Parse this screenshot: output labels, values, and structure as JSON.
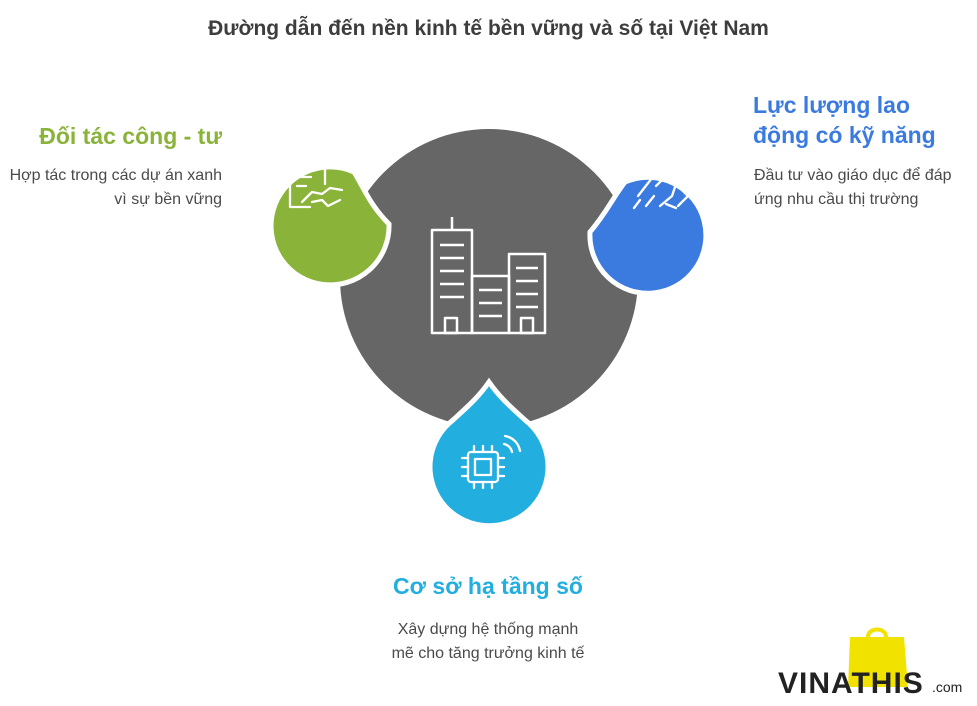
{
  "title": "Đường dẫn đến nền kinh tế bền vững và số tại Việt Nam",
  "nodes": {
    "left": {
      "heading": "Đối tác công - tư",
      "description": "Hợp tác trong các dự án xanh vì sự bền vững",
      "color": "#8ab33a",
      "icon": "contract-handshake-icon"
    },
    "right": {
      "heading": "Lực lượng lao động có kỹ năng",
      "description": "Đầu tư vào giáo dục để đáp ứng nhu cầu thị trường",
      "color": "#3b7be0",
      "icon": "joined-hands-icon"
    },
    "bottom": {
      "heading": "Cơ sở hạ tầng số",
      "description": "Xây dựng hệ thống mạnh mẽ cho tăng trưởng kinh tế",
      "color": "#23aee0",
      "icon": "wireless-chip-icon"
    }
  },
  "center": {
    "color": "#666666",
    "icon": "city-buildings-icon"
  },
  "logo": {
    "text": "VINATHIS",
    "suffix": ".com",
    "accent": "#f2e200"
  }
}
